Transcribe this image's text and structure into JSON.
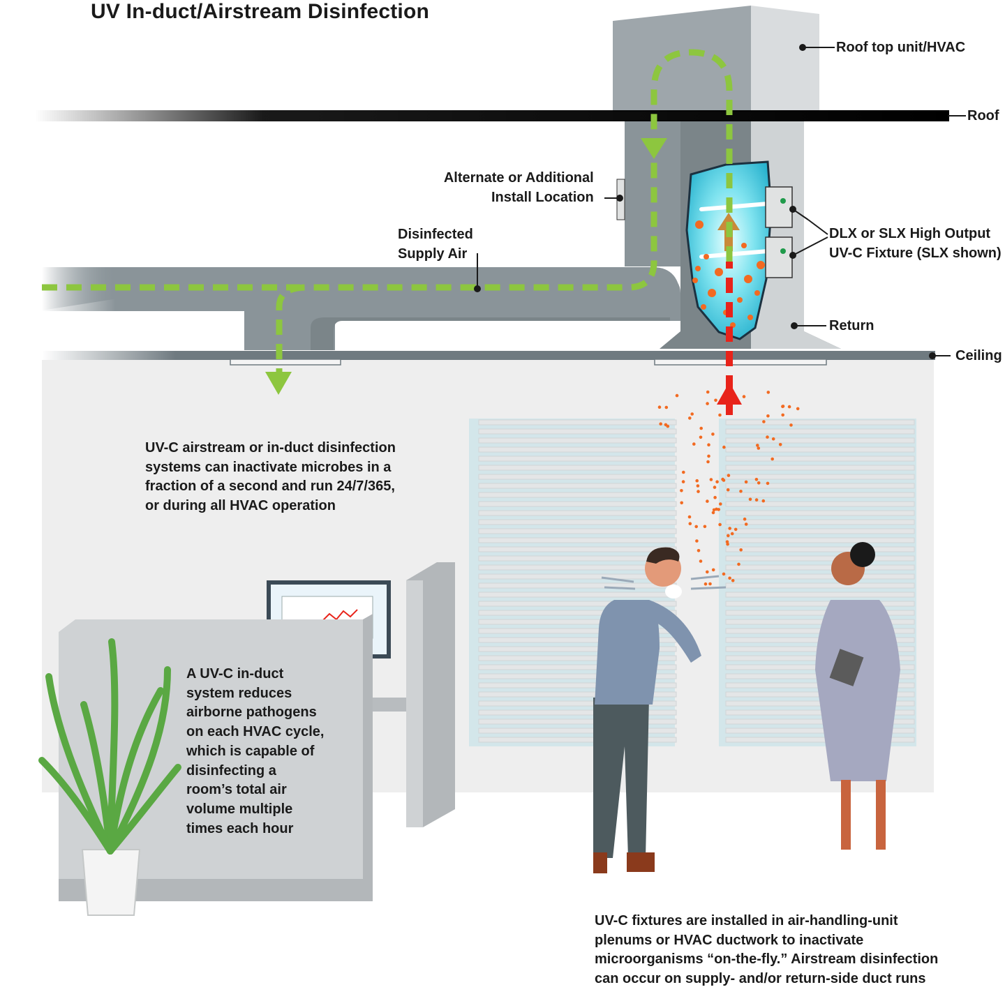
{
  "title": "UV In-duct/Airstream Disinfection",
  "labels": {
    "rooftop_unit": "Roof top unit/HVAC",
    "roof": "Roof",
    "alternate_location": [
      "Alternate or Additional",
      "Install Location"
    ],
    "disinfected_supply": [
      "Disinfected",
      "Supply Air"
    ],
    "fixture": [
      "DLX or SLX High Output",
      "UV-C Fixture (SLX shown)"
    ],
    "return": "Return",
    "ceiling": "Ceiling"
  },
  "captions": {
    "airstream": [
      "UV-C airstream or in-duct disinfection",
      "systems can inactivate microbes in a",
      "fraction of a second and run 24/7/365,",
      "or during all HVAC operation"
    ],
    "inDuct": [
      "A UV-C in-duct",
      "system reduces",
      "airborne pathogens",
      "on each HVAC cycle,",
      "which is capable of",
      "disinfecting a",
      "room’s total air",
      "volume multiple",
      "times each hour"
    ],
    "fixtures": [
      "UV-C fixtures are installed in air-handling-unit",
      "plenums or HVAC ductwork to inactivate",
      "microorganisms “on-the-fly.”  Airstream disinfection",
      "can occur on supply- and/or return-side duct runs"
    ]
  },
  "colors": {
    "supply_air": "#8dc63f",
    "return_air": "#e8231a",
    "duct": "#8a9499",
    "uv_glow": "#5fd8e8",
    "microbe": "#f26a21",
    "plant": "#5aa843"
  }
}
